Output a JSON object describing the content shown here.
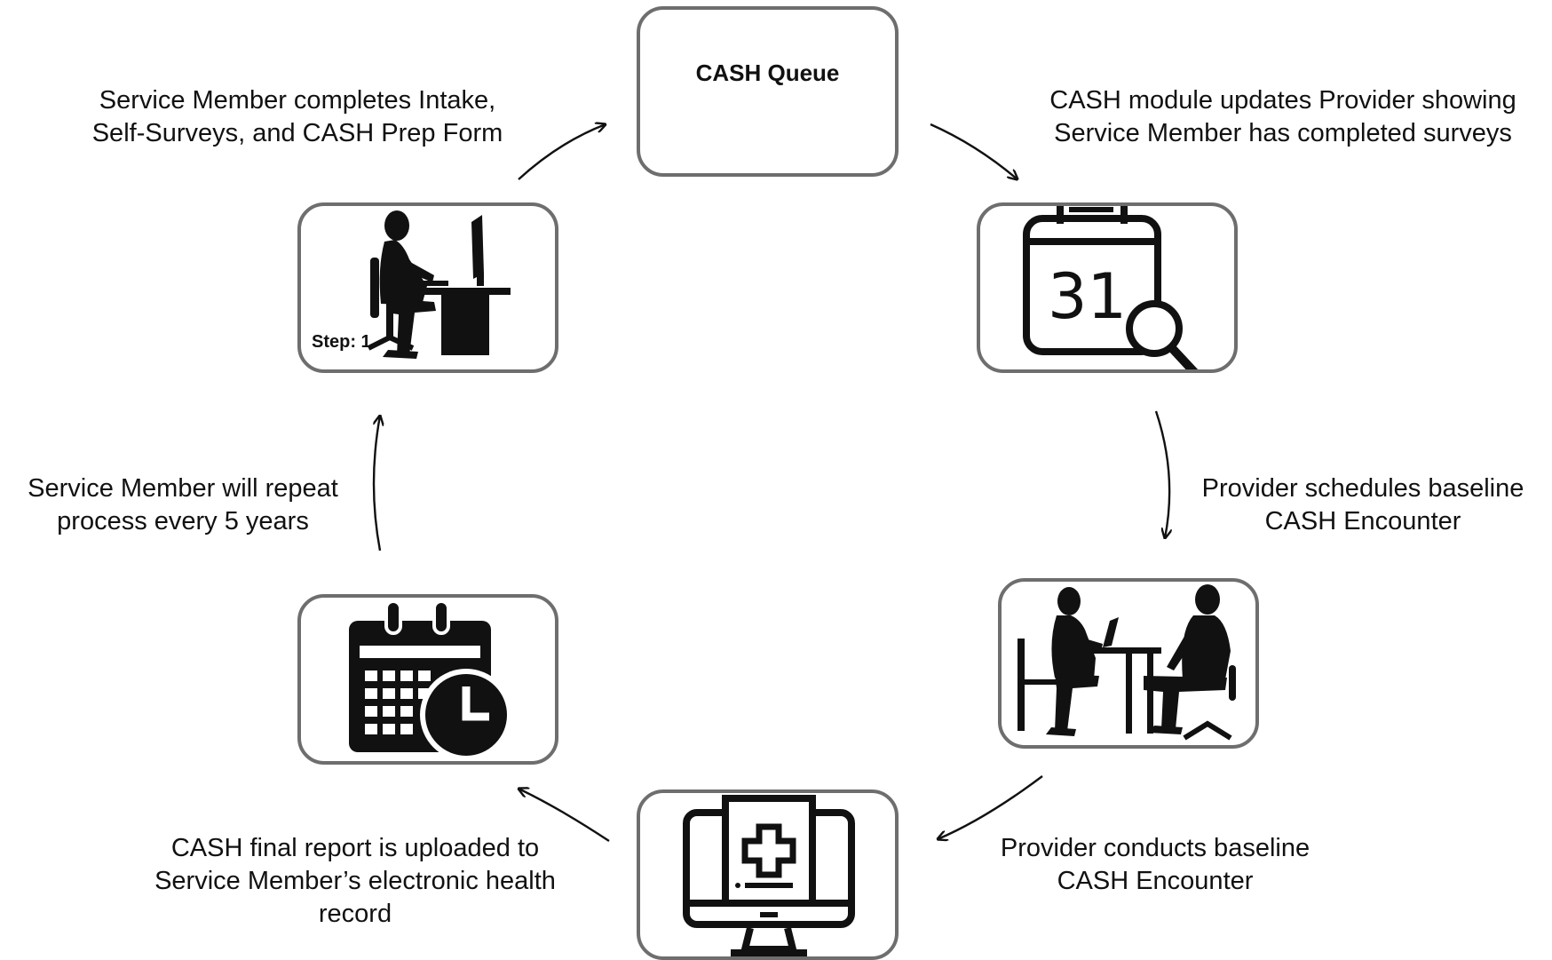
{
  "queue": {
    "title": "CASH Queue"
  },
  "steps": {
    "step1": {
      "label": "Step: 1",
      "icon": "person-at-computer-icon"
    },
    "review": {
      "icon": "calendar-search-icon",
      "calendar_day": "31"
    },
    "encounter": {
      "icon": "provider-consultation-icon"
    },
    "upload": {
      "icon": "monitor-medical-record-icon"
    },
    "repeat": {
      "icon": "calendar-clock-icon"
    }
  },
  "captions": {
    "intake": [
      "Service Member completes Intake,",
      "Self-Surveys, and CASH Prep Form"
    ],
    "updates": [
      "CASH module updates Provider showing",
      "Service Member has completed surveys"
    ],
    "schedules": [
      "Provider schedules baseline",
      "CASH Encounter"
    ],
    "conducts": [
      "Provider conducts baseline",
      "CASH Encounter"
    ],
    "report": [
      "CASH final report is uploaded to",
      "Service Member’s electronic health",
      "record"
    ],
    "repeat": [
      "Service Member will repeat",
      "process every 5 years"
    ]
  }
}
